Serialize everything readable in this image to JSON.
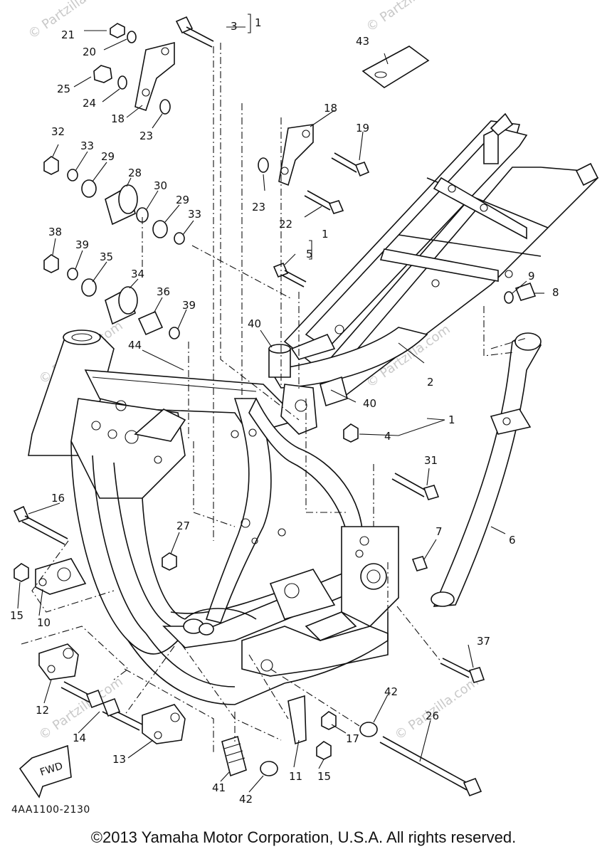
{
  "callouts": {
    "c1a": "1",
    "c1b": "1",
    "c1c": "1",
    "c2": "2",
    "c3": "3",
    "c4": "4",
    "c5": "5",
    "c6": "6",
    "c7": "7",
    "c8": "8",
    "c9": "9",
    "c10": "10",
    "c11": "11",
    "c12": "12",
    "c13": "13",
    "c14": "14",
    "c15a": "15",
    "c15b": "15",
    "c16": "16",
    "c17": "17",
    "c18a": "18",
    "c18b": "18",
    "c19": "19",
    "c20": "20",
    "c21": "21",
    "c22": "22",
    "c23a": "23",
    "c23b": "23",
    "c24": "24",
    "c25": "25",
    "c26": "26",
    "c27": "27",
    "c28": "28",
    "c29a": "29",
    "c29b": "29",
    "c30": "30",
    "c31": "31",
    "c32": "32",
    "c33a": "33",
    "c33b": "33",
    "c34": "34",
    "c35": "35",
    "c36": "36",
    "c37": "37",
    "c38": "38",
    "c39a": "39",
    "c39b": "39",
    "c40a": "40",
    "c40b": "40",
    "c41": "41",
    "c42a": "42",
    "c42b": "42",
    "c43": "43",
    "c44": "44"
  },
  "fwd_label": "FWD",
  "diagram_code": "4AA1100-2130",
  "watermark": "© Partzilla.com",
  "copyright": "©2013 Yamaha Motor Corporation, U.S.A. All rights reserved."
}
